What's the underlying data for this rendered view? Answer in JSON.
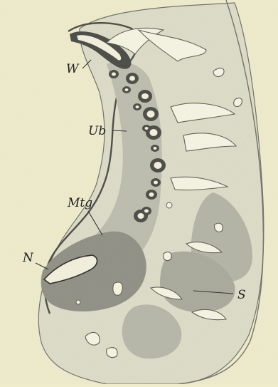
{
  "image": {
    "kind": "histological-section-drawing",
    "colors": {
      "paper": "#efeccc",
      "tissue_light": "#dcdcc7",
      "tissue_mid": "#bdbdae",
      "tissue_dark": "#8f8f84",
      "ink": "#2b2b2b"
    }
  },
  "labels": {
    "w": "W",
    "ub": "Ub",
    "mtg": "Mtg",
    "n": "N",
    "s": "S"
  }
}
